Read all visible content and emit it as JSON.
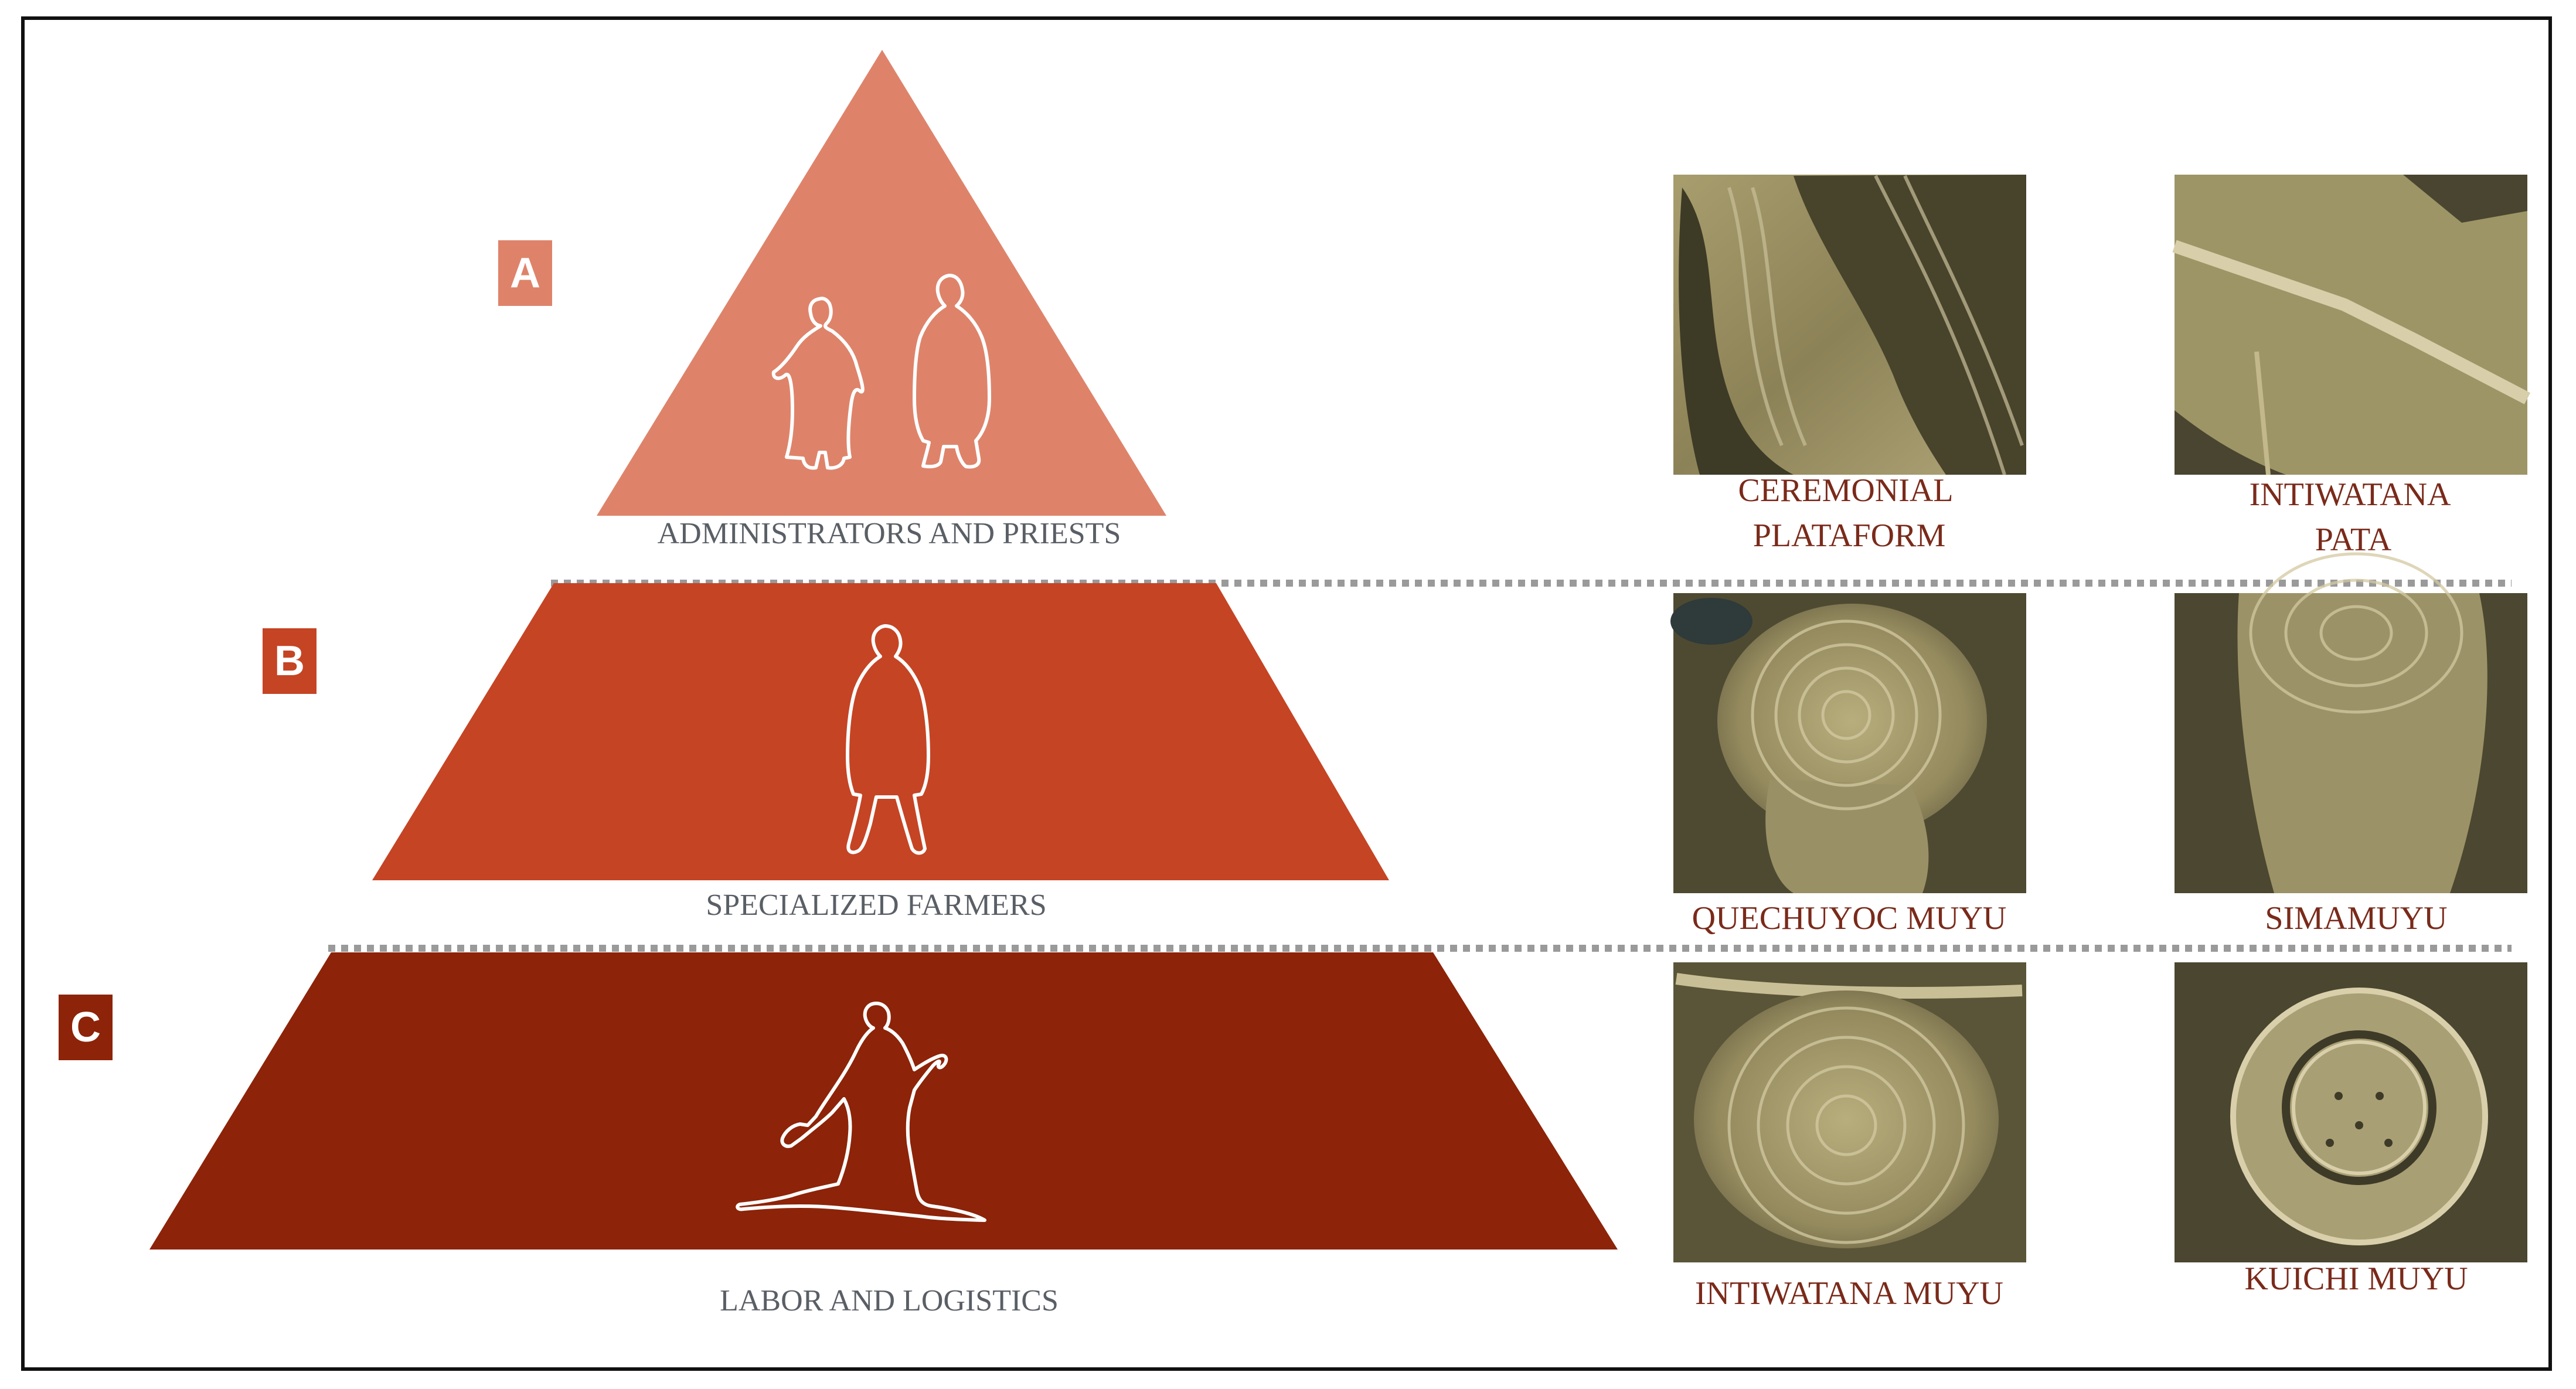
{
  "colors": {
    "tier_a": "#de836a",
    "tier_b": "#c54424",
    "tier_c": "#8d2308",
    "label_text": "#5a5f66",
    "site_text": "#7a2a1a"
  },
  "tiers": [
    {
      "badge": "A",
      "label": "ADMINISTRATORS AND PRIESTS",
      "icon": "two-standing-figures-icon"
    },
    {
      "badge": "B",
      "label": "SPECIALIZED FARMERS",
      "icon": "single-standing-figure-icon"
    },
    {
      "badge": "C",
      "label": "LABOR AND LOGISTICS",
      "icon": "worker-with-hoe-icon"
    }
  ],
  "sites": [
    {
      "label_lines": [
        "CEREMONIAL",
        "PLATAFORM"
      ],
      "pattern": "curved-terraces"
    },
    {
      "label_lines": [
        "INTIWATANA",
        "PATA"
      ],
      "pattern": "paths-and-fields"
    },
    {
      "label_lines": [
        "QUECHUYOC MUYU"
      ],
      "pattern": "concentric-terraces"
    },
    {
      "label_lines": [
        "SIMAMUYU"
      ],
      "pattern": "concentric-terraces"
    },
    {
      "label_lines": [
        "INTIWATANA MUYU"
      ],
      "pattern": "concentric-terraces"
    },
    {
      "label_lines": [
        "KUICHI MUYU"
      ],
      "pattern": "circular-enclosure"
    }
  ]
}
